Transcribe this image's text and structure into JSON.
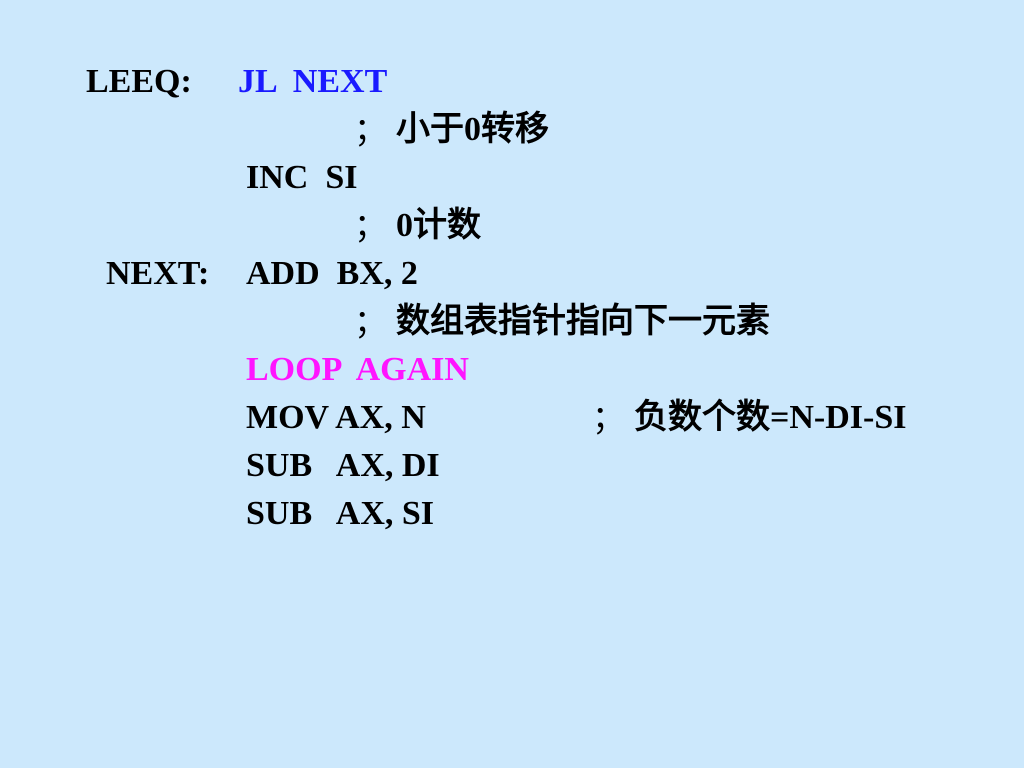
{
  "colors": {
    "background": "#cce8fc",
    "text": "#000000",
    "blue": "#1a1aff",
    "magenta": "#ff14ff"
  },
  "lines": {
    "l1_label": "LEEQ:",
    "l1_instr": "JL  NEXT",
    "l2_sep": "；",
    "l2_comment": "小于0转移",
    "l3_instr": "INC  SI",
    "l4_sep": "；",
    "l4_comment": "0计数",
    "l5_label": "NEXT:",
    "l5_instr": "ADD  BX, 2",
    "l6_sep": "；",
    "l6_comment": "数组表指针指向下一元素",
    "l7_instr": "LOOP  AGAIN",
    "l8_instr": "MOV AX, N",
    "l8_sep": "；",
    "l8_comment_cn": "负数个数",
    "l8_comment_eq": "=N-DI-SI",
    "l9_instr": "SUB   AX, DI",
    "l10_instr": "SUB   AX, SI"
  }
}
